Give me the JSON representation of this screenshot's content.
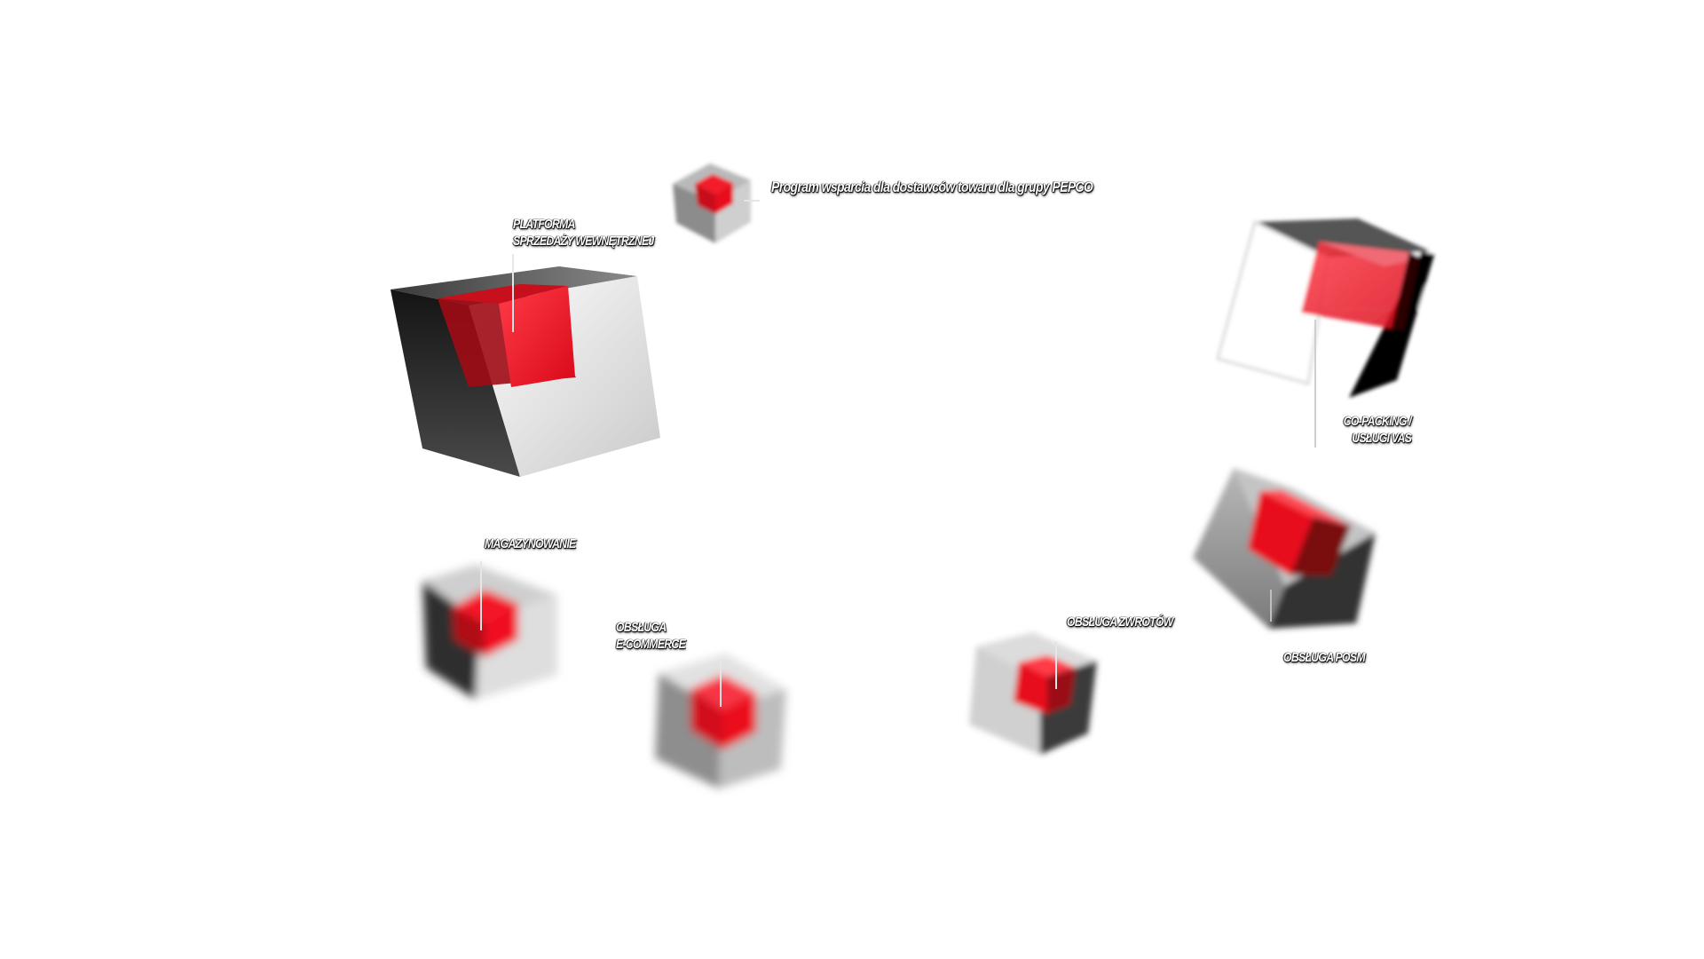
{
  "services": {
    "program": {
      "label": "Program wsparcia dla dostawców towaru dla grupy PEPCO"
    },
    "platforma": {
      "line1": "PLATFORMA",
      "line2": "SPRZEDAŻY WEWNĘTRZNEJ"
    },
    "copacking": {
      "line1": "CO-PACKING /",
      "line2": "USŁUGI VAS"
    },
    "magazynowanie": {
      "label": "MAGAZYNOWANIE"
    },
    "ecommerce": {
      "line1": "OBSŁUGA",
      "line2": "E-COMMERCE"
    },
    "zwroty": {
      "label": "OBSŁUGA ZWROTÓW"
    },
    "posm": {
      "label": "OBSŁUGA POSM"
    }
  },
  "colors": {
    "background": "#ffffff",
    "accent_red": "#e8101e",
    "cube_light": "#e6e6e6",
    "cube_mid": "#9a9a9a",
    "cube_dark": "#2a2a2a",
    "label_text": "#ffffff"
  }
}
